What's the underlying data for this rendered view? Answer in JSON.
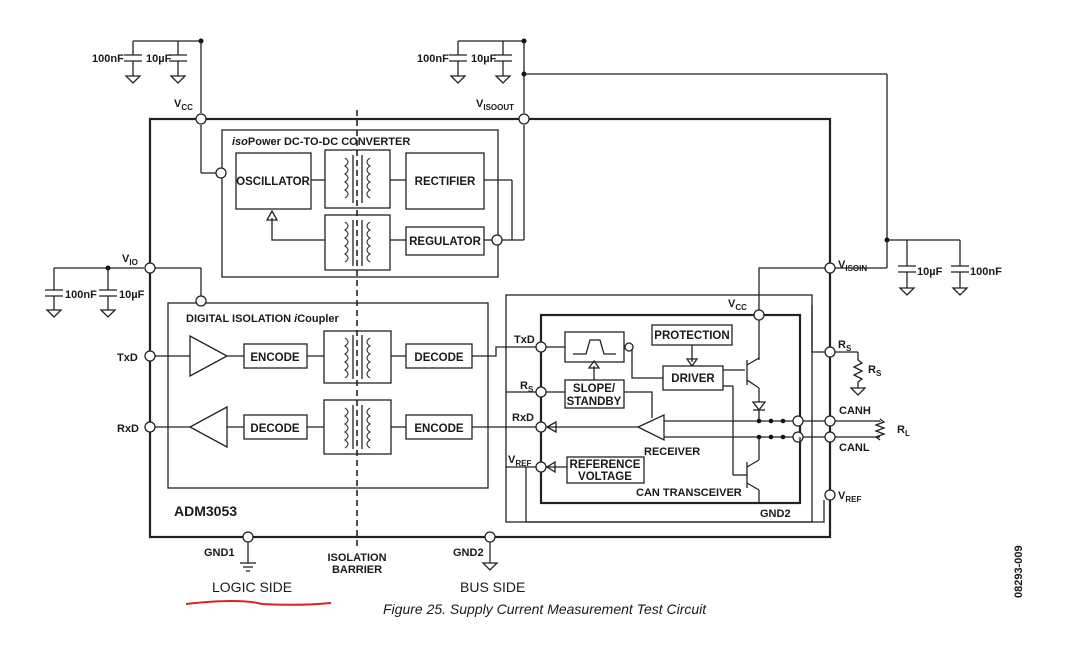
{
  "labels": {
    "cap_100nF": "100nF",
    "cap_10uF": "10µF",
    "vcc": "V",
    "vcc_sub": "CC",
    "visoout": "V",
    "visoout_sub": "ISOOUT",
    "visoin": "V",
    "visoin_sub": "ISOIN",
    "vio": "V",
    "vio_sub": "IO",
    "txd": "TxD",
    "rxd": "RxD",
    "rs": "R",
    "rs_sub": "S",
    "vref": "V",
    "vref_sub": "REF",
    "canh": "CANH",
    "canl": "CANL",
    "rl": "R",
    "rl_sub": "L",
    "gnd1": "GND1",
    "gnd2": "GND2",
    "isolation_barrier_1": "ISOLATION",
    "isolation_barrier_2": "BARRIER",
    "receiver": "RECEIVER",
    "can_transceiver": "CAN TRANSCEIVER",
    "part_number": "ADM3053",
    "iso_prefix": "iso",
    "dc_converter": "Power DC-TO-DC CONVERTER",
    "digital_isolation": "DIGITAL ISOLATION ",
    "icoupler_i": "i",
    "icoupler_rest": "Coupler"
  },
  "blocks": {
    "oscillator": "OSCILLATOR",
    "rectifier": "RECTIFIER",
    "regulator": "REGULATOR",
    "encode_tx": "ENCODE",
    "decode_tx": "DECODE",
    "decode_rx": "DECODE",
    "encode_rx": "ENCODE",
    "protection": "PROTECTION",
    "driver": "DRIVER",
    "slope_1": "SLOPE/",
    "slope_2": "STANDBY",
    "reference_1": "REFERENCE",
    "reference_2": "VOLTAGE"
  },
  "annotations": {
    "logic_side": "LOGIC SIDE",
    "bus_side": "BUS SIDE",
    "caption": "Figure 25. Supply Current Measurement Test Circuit",
    "doc_code": "08293-009"
  },
  "colors": {
    "underline": "#e02020",
    "ink": "#222222"
  }
}
